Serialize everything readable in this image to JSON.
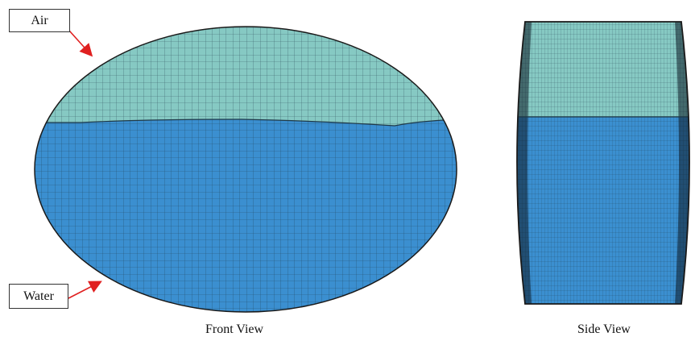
{
  "labels": {
    "air": "Air",
    "water": "Water"
  },
  "captions": {
    "front_view": "Front View",
    "side_view": "Side View"
  },
  "colors": {
    "air": "#86c9c3",
    "water": "#3b8fd0",
    "mesh_line": "#1f3a4a",
    "arrow": "#e02020",
    "outline": "#1a1a1a"
  }
}
